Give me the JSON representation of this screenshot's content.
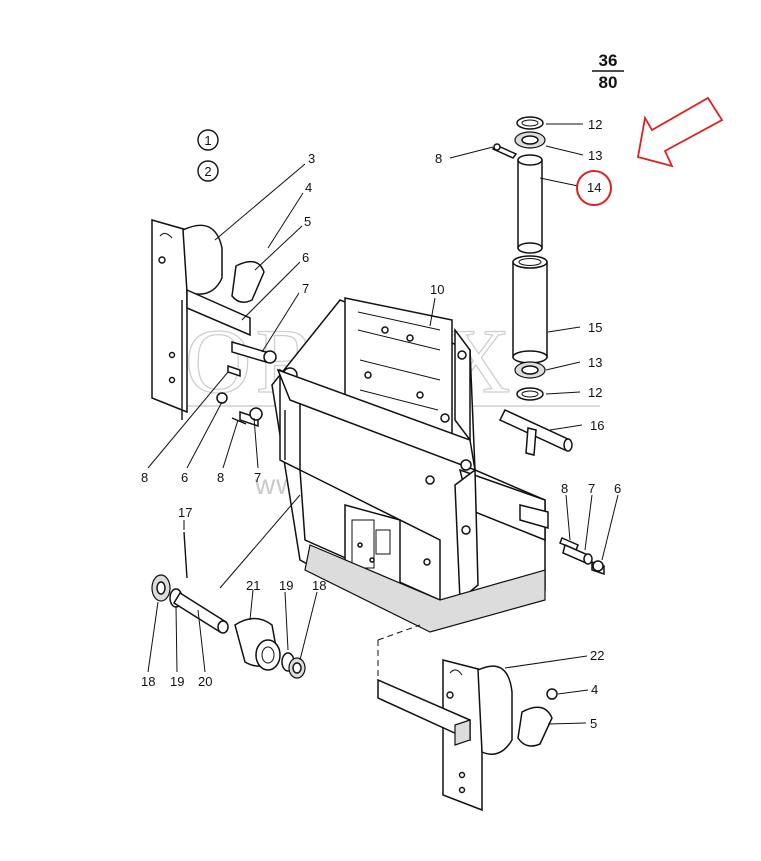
{
  "page": {
    "num_top": "36",
    "num_bottom": "80"
  },
  "variants": [
    "1",
    "2"
  ],
  "callouts": {
    "c3": "3",
    "c4a": "4",
    "c5a": "5",
    "c6a": "6",
    "c7a": "7",
    "c8a": "8",
    "c6b": "6",
    "c8b": "8",
    "c7b": "7",
    "c10": "10",
    "c8top": "8",
    "c12a": "12",
    "c13a": "13",
    "c14": "14",
    "c15": "15",
    "c13b": "13",
    "c12b": "12",
    "c16": "16",
    "c8r": "8",
    "c7r": "7",
    "c6r": "6",
    "c17": "17",
    "c21": "21",
    "c19a": "19",
    "c18a": "18",
    "c18b": "18",
    "c19b": "19",
    "c20": "20",
    "c22": "22",
    "c4b": "4",
    "c5b": "5"
  },
  "watermark": {
    "brand": "ORVEX",
    "url": "www.orvex.com"
  },
  "highlight": {
    "part": "14",
    "arrow_color": "#e02020",
    "circle_color": "#e02020"
  }
}
